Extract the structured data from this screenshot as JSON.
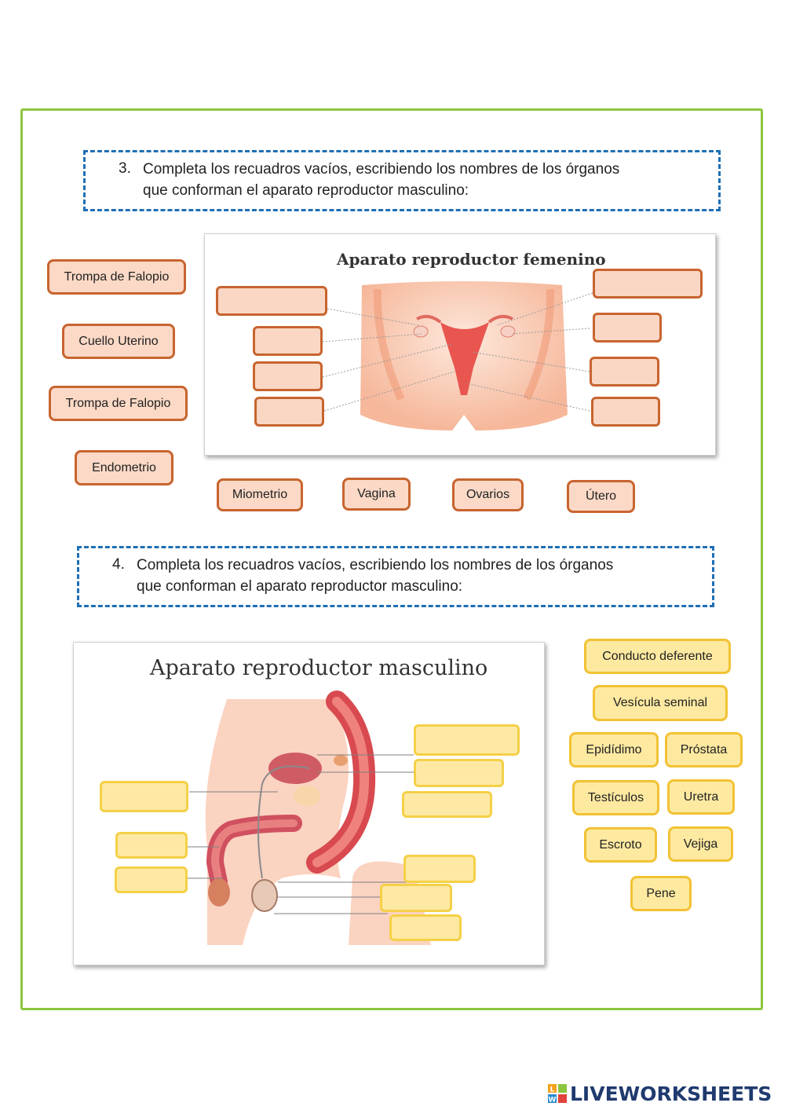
{
  "section3": {
    "number": "3.",
    "line1": "Completa los recuadros vacíos, escribiendo los nombres de los órganos",
    "line2": "que conforman el aparato reproductor masculino:",
    "diagram_title": "Aparato reproductor femenino",
    "chips": [
      "Trompa de Falopio",
      "Cuello Uterino",
      "Trompa de Falopio",
      "Endometrio",
      "Miometrio",
      "Vagina",
      "Ovarios",
      "Útero"
    ]
  },
  "section4": {
    "number": "4.",
    "line1": "Completa los recuadros vacíos, escribiendo los nombres de los órganos",
    "line2": "que conforman el aparato reproductor masculino:",
    "diagram_title": "Aparato reproductor masculino",
    "chips": [
      "Conducto deferente",
      "Vesícula seminal",
      "Epidídimo",
      "Próstata",
      "Testículos",
      "Uretra",
      "Escroto",
      "Vejiga",
      "Pene"
    ]
  },
  "branding": {
    "logo_text": "LIVEWORKSHEETS",
    "logo_cube_letters": [
      "L",
      "W"
    ]
  },
  "colors": {
    "frame": "#8cc63f",
    "dashed": "#1f6fb5",
    "orange_border": "#c8642f",
    "orange_fill": "#fbd9c6",
    "yellow_border": "#f2c234",
    "yellow_fill": "#fde9a0"
  }
}
